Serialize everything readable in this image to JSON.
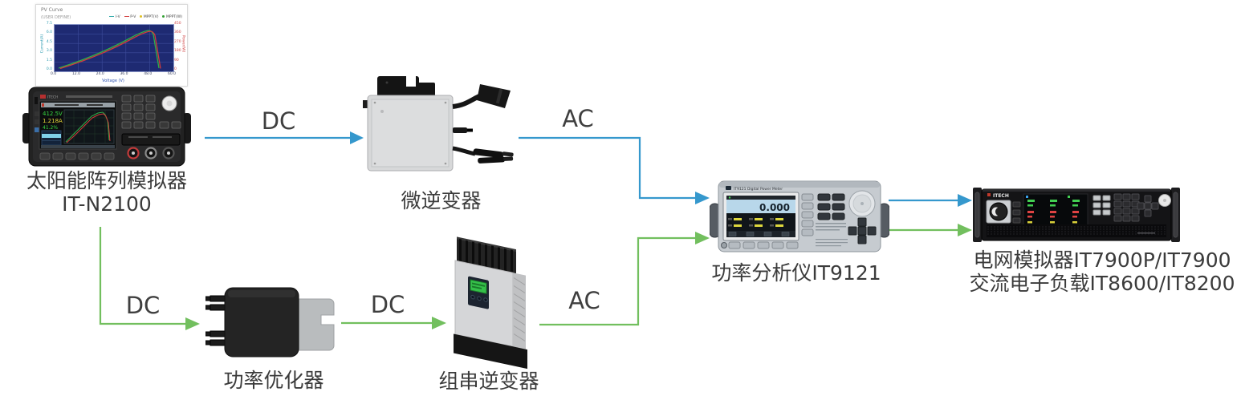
{
  "colors": {
    "dc_ac_blue": "#3598cd",
    "dc_ac_green": "#72bf5e",
    "label_text": "#3b3b3b",
    "plot_background": "#1e2a72",
    "curve_green": "#2fae4a",
    "curve_red": "#d23c3c"
  },
  "edges": {
    "simulator_to_micro": {
      "label": "DC",
      "color": "#3598cd"
    },
    "micro_to_analyzer": {
      "label": "AC",
      "color": "#3598cd"
    },
    "simulator_to_optimizer": {
      "label": "DC",
      "color": "#72bf5e"
    },
    "optimizer_to_string": {
      "label": "DC",
      "color": "#72bf5e"
    },
    "string_to_analyzer": {
      "label": "AC",
      "color": "#72bf5e"
    },
    "analyzer_to_load_top": {
      "label": "",
      "color": "#3598cd"
    },
    "analyzer_to_load_bottom": {
      "label": "",
      "color": "#72bf5e"
    }
  },
  "chart_window": {
    "title": "PV Curve",
    "subtitle": "(USER DEFINE)",
    "legend": {
      "iv": "I-V",
      "pv": "P-V",
      "mppt_v": "MPPT(V)",
      "mppt_w": "MPPT(W)"
    },
    "xlabel": "Voltage (V)",
    "ylabel_left": "Current(A)",
    "ylabel_right": "Power(W)",
    "x_ticks": [
      "0.0",
      "12.0",
      "24.0",
      "36.0",
      "48.0",
      "60.0"
    ],
    "y_left_ticks": [
      "7.5",
      "6.0",
      "4.5",
      "3.0",
      "1.5",
      "0.0"
    ],
    "y_right_ticks": [
      "450",
      "360",
      "270",
      "180",
      "90",
      "0"
    ]
  },
  "solar_simulator": {
    "brand": "ITECH",
    "name_line1": "太阳能阵列模拟器",
    "name_line2": "IT-N2100",
    "screen": {
      "voltage": "412.5V",
      "current": "1.218A",
      "percent": "41.2%"
    }
  },
  "micro_inverter": {
    "name": "微逆变器"
  },
  "power_optimizer": {
    "name": "功率优化器"
  },
  "string_inverter": {
    "name": "组串逆变器"
  },
  "power_analyzer": {
    "brand": "IT9121 Digital Power Meter",
    "screen_value": "0.000",
    "name": "功率分析仪IT9121"
  },
  "grid_simulator": {
    "brand": "ITECH",
    "name_line1": "电网模拟器IT7900P/IT7900",
    "name_line2": "交流电子负载IT8600/IT8200"
  }
}
